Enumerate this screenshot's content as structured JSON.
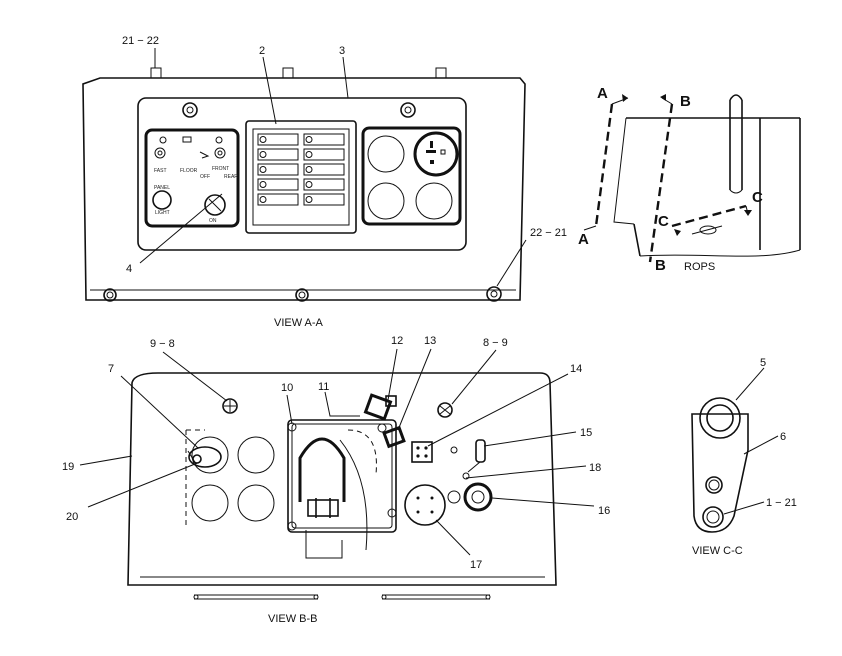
{
  "views": {
    "a": "VIEW  A-A",
    "b": "VIEW  B-B",
    "c": "VIEW  C-C",
    "rops": "ROPS"
  },
  "callouts": {
    "c21_22": "21 − 22",
    "c2": "2",
    "c3": "3",
    "c4": "4",
    "c22_21": "22 − 21",
    "c9_8": "9 − 8",
    "c7": "7",
    "c10": "10",
    "c11": "11",
    "c12": "12",
    "c13": "13",
    "c8_9": "8 − 9",
    "c14": "14",
    "c15": "15",
    "c18": "18",
    "c16": "16",
    "c17": "17",
    "c19": "19",
    "c20": "20",
    "c5": "5",
    "c6": "6",
    "c1_21": "1 − 21"
  },
  "section_marks": {
    "a_top": "A",
    "a_bottom": "A",
    "b_top": "B",
    "b_bottom": "B",
    "c_left": "C",
    "c_right": "C"
  },
  "panel_text": {
    "fast": "FAST",
    "floor": "FLOOR",
    "off": "OFF",
    "front": "FRONT",
    "rear": "REAR",
    "panel": "PANEL",
    "light": "LIGHT",
    "on": "ON"
  }
}
